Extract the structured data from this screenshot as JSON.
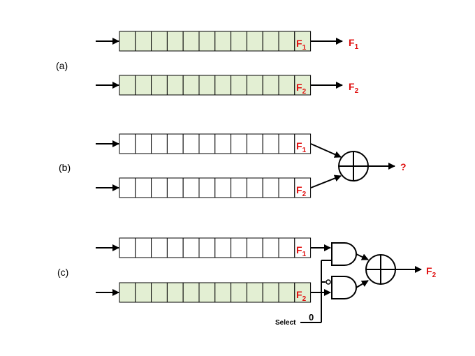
{
  "colors": {
    "filled": "#e3efd3",
    "empty": "#ffffff",
    "text_red": "#e01010"
  },
  "panels": [
    {
      "label": "(a)",
      "registers": [
        {
          "tap": "F",
          "tap_sub": "1",
          "fill": "filled"
        },
        {
          "tap": "F",
          "tap_sub": "2",
          "fill": "filled"
        }
      ],
      "outputs": [
        {
          "text": "F",
          "sub": "1"
        },
        {
          "text": "F",
          "sub": "2"
        }
      ]
    },
    {
      "label": "(b)",
      "registers": [
        {
          "tap": "F",
          "tap_sub": "1",
          "fill": "empty"
        },
        {
          "tap": "F",
          "tap_sub": "2",
          "fill": "empty"
        }
      ],
      "combiner": "xor-icon",
      "output": {
        "text": "?"
      }
    },
    {
      "label": "(c)",
      "registers": [
        {
          "tap": "F",
          "tap_sub": "1",
          "fill": "empty"
        },
        {
          "tap": "F",
          "tap_sub": "2",
          "fill": "filled"
        }
      ],
      "combiner": "xor-icon",
      "gates": [
        "and-gate",
        "and-gate-inverted-input"
      ],
      "select_label": "Select",
      "select_value": "0",
      "output": {
        "text": "F",
        "sub": "2"
      }
    }
  ]
}
